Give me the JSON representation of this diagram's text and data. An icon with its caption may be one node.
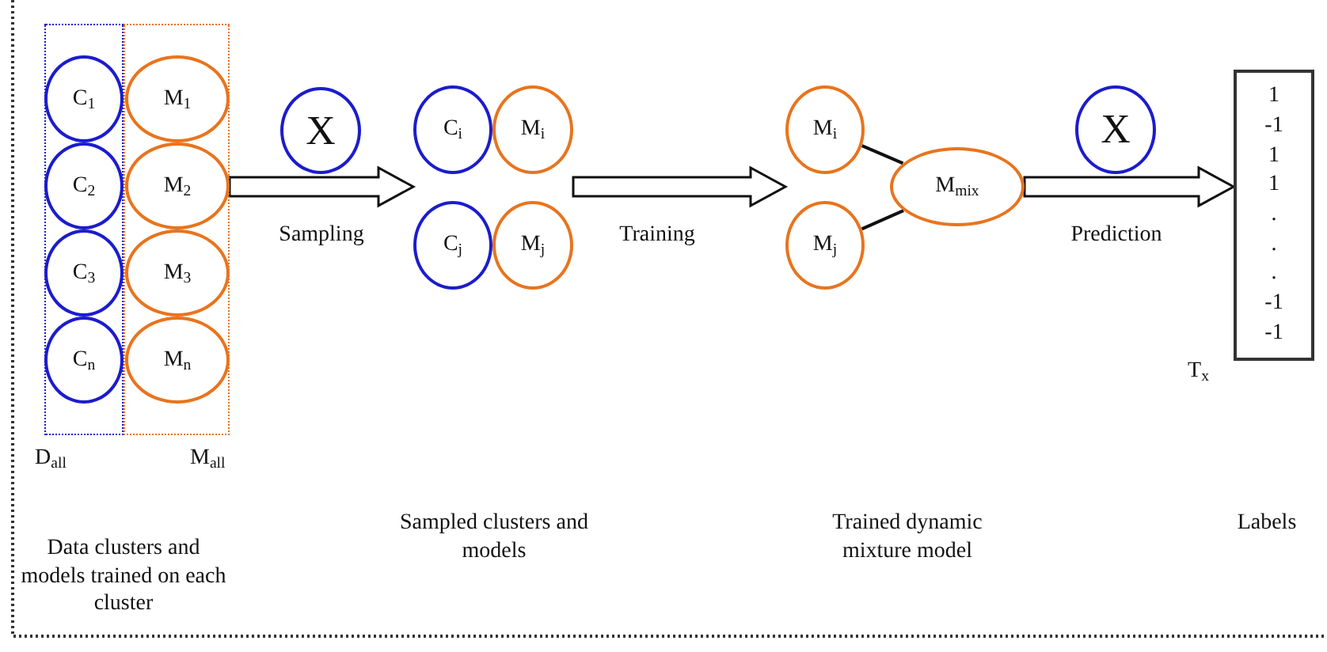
{
  "diagram": {
    "nodes": [
      {
        "text": [],
        "shape": "box",
        "beside": [
          "D$_{all}$"
        ]
      },
      {
        "text": [
          "C$_{1}$"
        ],
        "in": 0
      },
      {
        "text": [
          "C$_{2}$"
        ],
        "in": 0
      },
      {
        "text": [
          "C$_{3}$"
        ],
        "in": 0
      },
      {
        "text": [
          "C$_{n}$"
        ],
        "in": 0
      },
      {
        "text": [],
        "shape": "box",
        "beside": [
          "M$_{all}$"
        ]
      },
      {
        "text": [
          "M$_{1}$"
        ],
        "in": 5
      },
      {
        "text": [
          "M$_{2}$"
        ],
        "in": 5
      },
      {
        "text": [
          "M$_{3}$"
        ],
        "in": 5
      },
      {
        "text": [
          "M$_{n}$"
        ],
        "in": 5
      },
      {
        "text": [
          "X"
        ]
      },
      {
        "text": [
          "C$_{i}$"
        ]
      },
      {
        "text": [
          "M$_{i}$"
        ]
      },
      {
        "text": [
          "C$_{j}$"
        ]
      },
      {
        "text": [
          "M$_{j}$"
        ]
      },
      {
        "text": [
          "M$_{i}$"
        ]
      },
      {
        "text": [
          "M$_{j}$"
        ]
      },
      {
        "text": [
          "M$_{mix}$"
        ]
      },
      {
        "text": [
          "X"
        ]
      },
      {
        "text": [
          "1",
          "-1",
          "1",
          "1",
          ".",
          ".",
          ".",
          "-1",
          "-1"
        ],
        "beside": [
          "T$_{x}$"
        ]
      }
    ],
    "edges": [
      {
        "from": 5,
        "to": 11,
        "arrow": "to",
        "label": "Sampling",
        "style": "thick"
      },
      {
        "from": 12,
        "to": 15,
        "arrow": "to",
        "label": "Training",
        "style": "thick"
      },
      {
        "from": 15,
        "to": 17,
        "arrow": "none"
      },
      {
        "from": 16,
        "to": 17,
        "arrow": "none"
      },
      {
        "from": 17,
        "to": 19,
        "arrow": "to",
        "label": "Prediction",
        "style": "thick"
      }
    ],
    "labels": [
      "Data clusters and models trained on each cluster",
      "Sampled clusters and models",
      "Trained dynamic mixture model",
      "Labels"
    ]
  }
}
